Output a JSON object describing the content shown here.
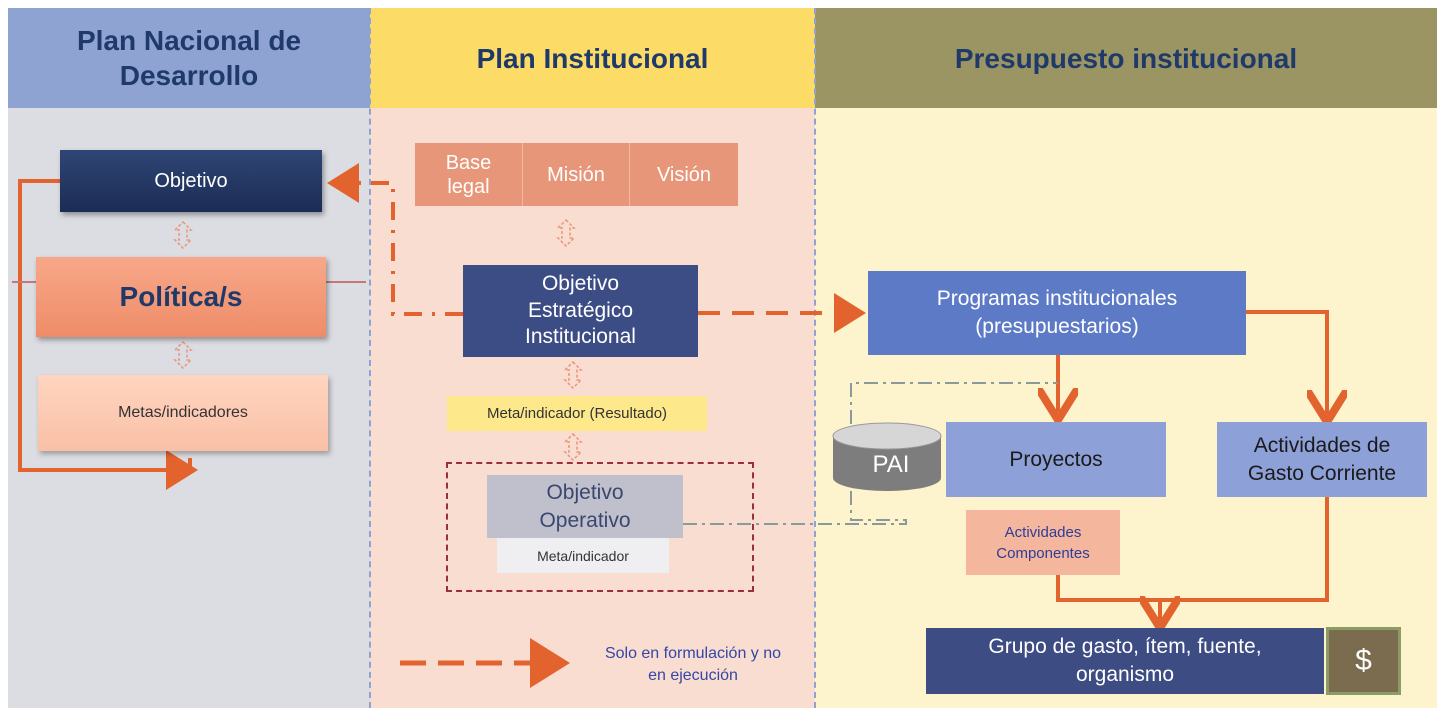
{
  "headers": {
    "left": "Plan Nacional de Desarrollo",
    "middle": "Plan Institucional",
    "right": "Presupuesto institucional"
  },
  "left": {
    "objetivo": "Objetivo",
    "politica": "Política/s",
    "metas": "Metas/indicadores"
  },
  "middle": {
    "base_legal": "Base legal",
    "mision": "Misión",
    "vision": "Visión",
    "objetivo_estrategico": "Objetivo Estratégico Institucional",
    "meta_resultado": "Meta/indicador (Resultado)",
    "objetivo_operativo": "Objetivo Operativo",
    "meta_indicador": "Meta/indicador",
    "legend": "Solo en formulación y no en ejecución"
  },
  "right": {
    "programas": "Programas institucionales (presupuestarios)",
    "pai": "PAI",
    "proyectos": "Proyectos",
    "actividades_gasto": "Actividades de Gasto Corriente",
    "actividades_componentes": "Actividades Componentes",
    "grupo_gasto": "Grupo de gasto, ítem, fuente, organismo",
    "dollar": "$"
  },
  "colors": {
    "arrow": "#e2632d",
    "header_left": "#8ea3d1",
    "header_middle": "#fcdc66",
    "header_right": "#9b9563"
  }
}
